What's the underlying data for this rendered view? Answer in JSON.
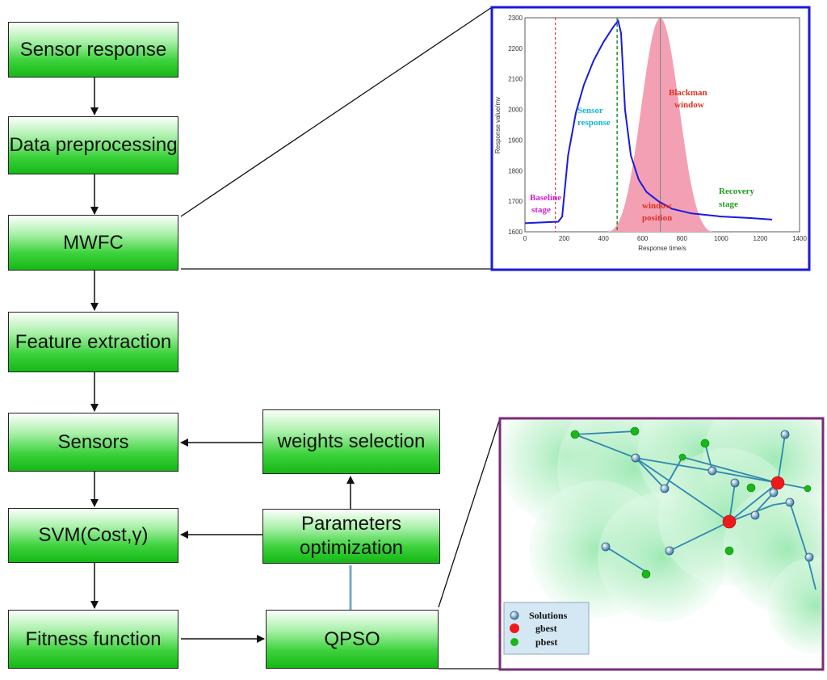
{
  "flow": {
    "sensor_response": "Sensor response",
    "data_preprocessing": "Data preprocessing",
    "mwfc": "MWFC",
    "feature_extraction": "Feature extraction",
    "sensors": "Sensors",
    "svm": "SVM(Cost,γ)",
    "fitness_function": "Fitness function",
    "weights_selection": "weights selection",
    "parameters_optimization_line1": "Parameters",
    "parameters_optimization_line2": "optimization",
    "qpso": "QPSO"
  },
  "colors": {
    "box_top": "#fbfffb",
    "box_bottom": "#16b816",
    "plot_frame": "#1a1adc",
    "swarm_frame": "#7a2a7a",
    "sensor_curve": "#1a1adc",
    "blackman_window": "#f4a0b4"
  },
  "plot": {
    "ylabel": "Response value/mv",
    "xlabel": "Response time/s",
    "x_ticks": [
      "0",
      "200",
      "400",
      "600",
      "800",
      "1000",
      "1200",
      "1400"
    ],
    "y_ticks": [
      "1600",
      "1700",
      "1800",
      "1900",
      "2000",
      "2100",
      "2200",
      "2300"
    ],
    "annotations": {
      "baseline_1": "Baseline",
      "baseline_2": "stage",
      "sensor_1": "Sensor",
      "sensor_2": "response",
      "blackman_1": "Blackman",
      "blackman_2": "window",
      "window_pos_1": "window",
      "window_pos_2": "position",
      "recovery_1": "Recovery",
      "recovery_2": "stage"
    }
  },
  "chart_data": {
    "type": "line",
    "xlabel": "Response time/s",
    "ylabel": "Response value/mv",
    "xlim": [
      0,
      1400
    ],
    "ylim": [
      1600,
      2300
    ],
    "series": [
      {
        "x": [
          0,
          100,
          170,
          190,
          220,
          260,
          300,
          350,
          400,
          450,
          475,
          490,
          510,
          540,
          580,
          620,
          680,
          750,
          850,
          1000,
          1150,
          1260
        ],
        "values": [
          1628,
          1631,
          1633,
          1650,
          1850,
          1990,
          2080,
          2160,
          2220,
          2270,
          2290,
          2250,
          2000,
          1850,
          1770,
          1730,
          1700,
          1675,
          1660,
          1650,
          1645,
          1640
        ]
      }
    ],
    "vertical_lines": {
      "baseline_end": 155,
      "response_peak": 470,
      "window_center": 690
    }
  },
  "legend": {
    "solutions": "Solutions",
    "gbest": "gbest",
    "pbest": "pbest"
  }
}
